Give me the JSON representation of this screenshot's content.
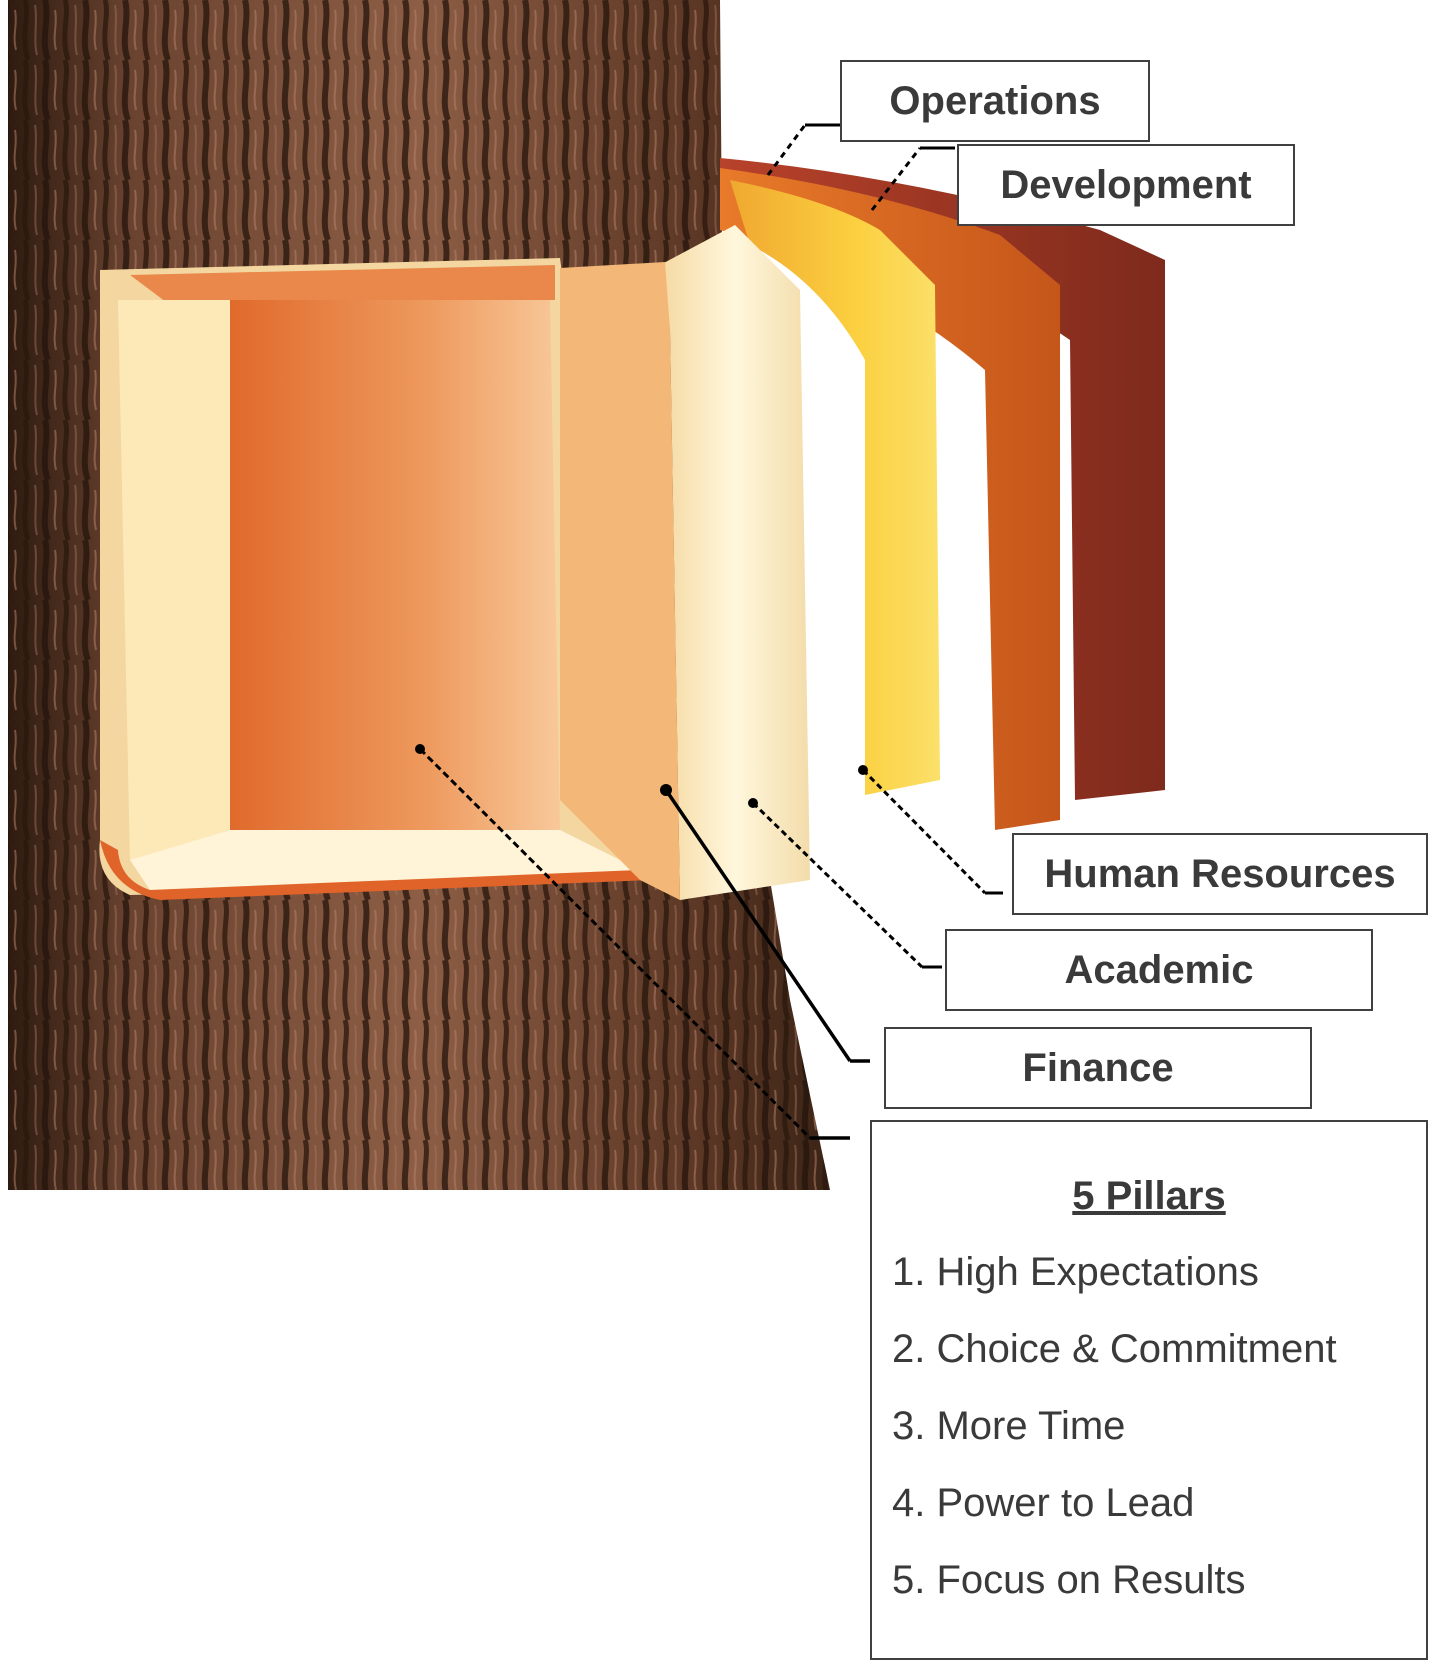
{
  "labels": {
    "operations": "Operations",
    "development": "Development",
    "human_resources": "Human Resources",
    "academic": "Academic",
    "finance": "Finance"
  },
  "pillars": {
    "title": "5 Pillars",
    "items": [
      "1. High Expectations",
      "2. Choice & Commitment",
      "3. More Time",
      "4. Power to Lead",
      "5. Focus on Results"
    ]
  },
  "colors": {
    "bark_dark": "#3b2416",
    "bark_mid": "#6e4530",
    "bark_light": "#9a6a50",
    "heartwood": "#e9844a",
    "pale_wood": "#fdeec0",
    "yellow_layer": "#f7c63a",
    "orange_layer": "#d9641e",
    "red_layer": "#a8382a",
    "border": "#404040",
    "text": "#3a3a3a"
  }
}
